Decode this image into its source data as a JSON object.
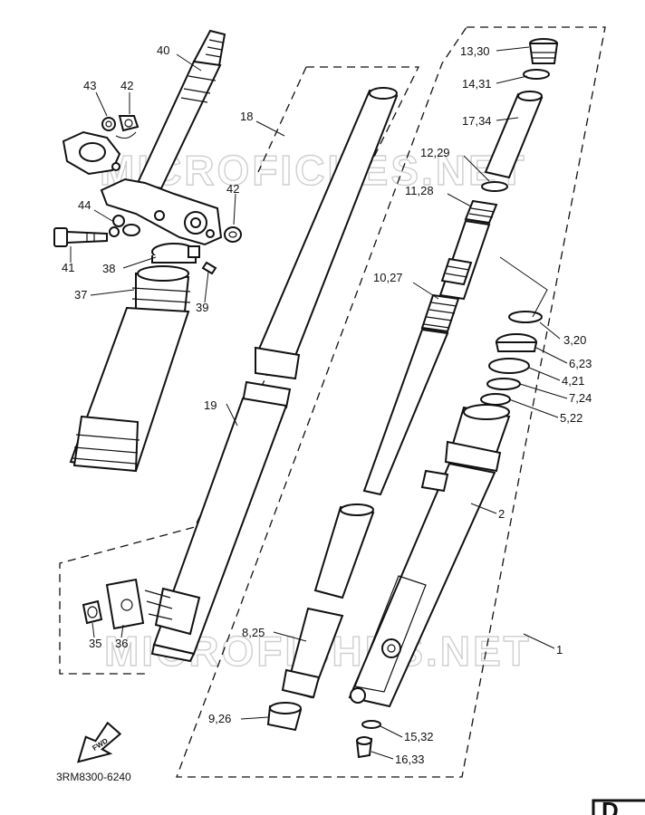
{
  "diagram": {
    "drawing_code": "3RM8300-6240",
    "corner_letter": "D",
    "direction_label": "FWD",
    "watermark": "MICROFICHES.NET",
    "callouts": [
      {
        "id": "40",
        "text": "40"
      },
      {
        "id": "43",
        "text": "43"
      },
      {
        "id": "42a",
        "text": "42"
      },
      {
        "id": "18",
        "text": "18"
      },
      {
        "id": "13-30",
        "text": "13,30"
      },
      {
        "id": "14-31",
        "text": "14,31"
      },
      {
        "id": "17-34",
        "text": "17,34"
      },
      {
        "id": "12-29",
        "text": "12,29"
      },
      {
        "id": "11-28",
        "text": "11,28"
      },
      {
        "id": "42b",
        "text": "42"
      },
      {
        "id": "44",
        "text": "44"
      },
      {
        "id": "41",
        "text": "41"
      },
      {
        "id": "38",
        "text": "38"
      },
      {
        "id": "39",
        "text": "39"
      },
      {
        "id": "37",
        "text": "37"
      },
      {
        "id": "10-27",
        "text": "10,27"
      },
      {
        "id": "3-20",
        "text": "3,20"
      },
      {
        "id": "6-23",
        "text": "6,23"
      },
      {
        "id": "4-21",
        "text": "4,21"
      },
      {
        "id": "7-24",
        "text": "7,24"
      },
      {
        "id": "5-22",
        "text": "5,22"
      },
      {
        "id": "19",
        "text": "19"
      },
      {
        "id": "2",
        "text": "2"
      },
      {
        "id": "1",
        "text": "1"
      },
      {
        "id": "35",
        "text": "35"
      },
      {
        "id": "36",
        "text": "36"
      },
      {
        "id": "8-25",
        "text": "8,25"
      },
      {
        "id": "9-26",
        "text": "9,26"
      },
      {
        "id": "15-32",
        "text": "15,32"
      },
      {
        "id": "16-33",
        "text": "16,33"
      }
    ]
  }
}
